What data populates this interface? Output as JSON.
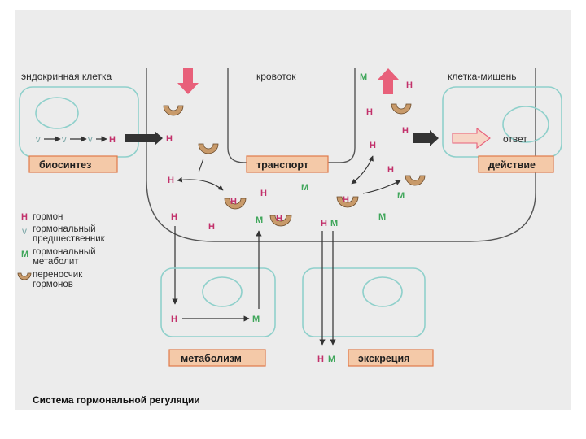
{
  "labels": {
    "endocrine_cell": "эндокринная клетка",
    "bloodstream": "кровоток",
    "target_cell": "клетка-мишень",
    "response": "ответ",
    "biosynthesis": "биосинтез",
    "transport": "транспорт",
    "action": "действие",
    "metabolism": "метаболизм",
    "excretion": "экскреция"
  },
  "symbols": {
    "hormone": "Н",
    "metabolite": "М",
    "precursor": "v"
  },
  "legend": {
    "hormone_symbol": "Н",
    "hormone_text": "гормон",
    "precursor_symbol": "v",
    "precursor_text_1": "гормональный",
    "precursor_text_2": "предшественник",
    "metabolite_symbol": "М",
    "metabolite_text_1": "гормональный",
    "metabolite_text_2": "метаболит",
    "carrier_text_1": "переносчик",
    "carrier_text_2": "гормонов"
  },
  "caption": "Система гормональной регуляции",
  "colors": {
    "slide_bg": "#ececec",
    "hormone": "#c2306a",
    "metabolite": "#3fa65a",
    "cell_outline": "#8fd0cb",
    "box_fill": "#f4c9a8",
    "box_stroke": "#e07a4a",
    "carrier": "#c89a6a",
    "arrow_pink": "#e8607a",
    "dark_arrow": "#333333"
  }
}
